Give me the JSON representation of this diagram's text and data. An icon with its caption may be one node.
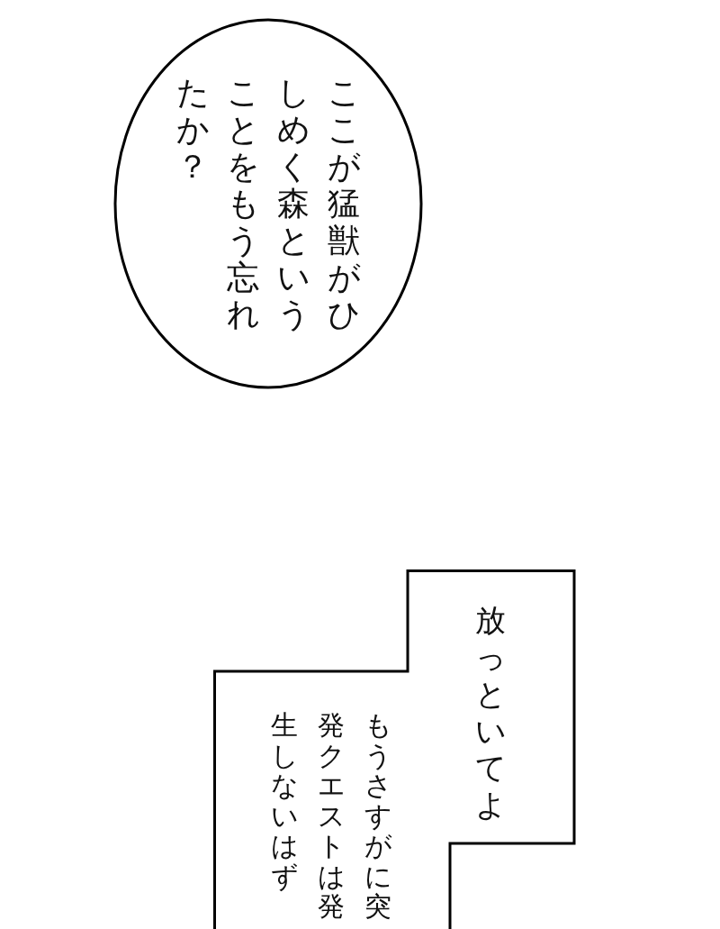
{
  "diagram": {
    "nodes": [
      {
        "text": [
          "ここが猛獣がひしめく森ということをもう忘れたか？"
        ]
      },
      {
        "text": [
          "放っといてよ",
          "もうさすがに突発クエストは発生しないはず"
        ]
      }
    ]
  }
}
